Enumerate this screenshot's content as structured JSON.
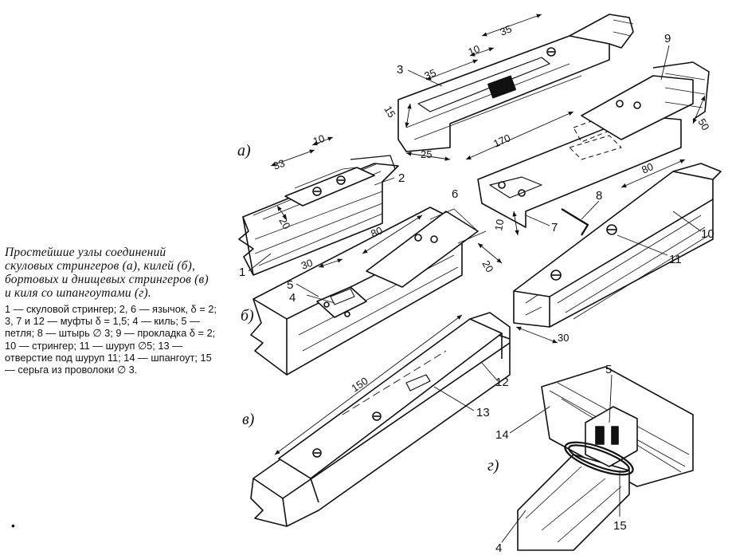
{
  "caption": {
    "title": "Простейшие узлы соединений скуловых стрингеров (а), килей (б), бортовых и днищевых стрингеров (в) и киля со шпангоутами (г).",
    "legend": "1 — скуловой стрингер; 2, 6 — язычок, δ = 2; 3, 7 и 12 — муфты δ = 1,5; 4 — киль; 5 — петля; 8 — штырь ∅ 3; 9 — прокладка δ = 2; 10 — стрингер; 11 — шуруп ∅5; 13 — отверстие под шуруп 11; 14 — шпангоут; 15 — серьга из проволоки ∅ 3."
  },
  "subfigures": {
    "a": "а)",
    "b": "б)",
    "v": "в)",
    "g": "г)"
  },
  "part_numbers": {
    "n1": "1",
    "n2": "2",
    "n3": "3",
    "n4a": "4",
    "n4b": "4",
    "n5a": "5",
    "n5b": "5",
    "n6": "6",
    "n7": "7",
    "n8": "8",
    "n9": "9",
    "n10": "10",
    "n11": "11",
    "n12": "12",
    "n13": "13",
    "n14": "14",
    "n15": "15"
  },
  "dimensions": {
    "a_33": "33",
    "a_10": "10",
    "a_20": "20",
    "m_15": "15",
    "m_35a": "35",
    "m_10": "10",
    "m_35b": "35",
    "m_25": "25",
    "m_170": "170",
    "r_50": "50",
    "r_80": "80",
    "r_10": "10",
    "r_30": "30",
    "b_80": "80",
    "b_30": "30",
    "b_20": "20",
    "v_150": "150"
  }
}
